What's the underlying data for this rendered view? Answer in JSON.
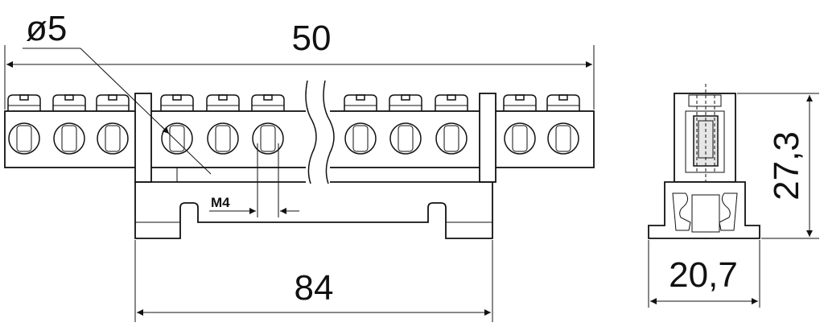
{
  "dimensions": {
    "diameter": "ø5",
    "length_top": "50",
    "length_bottom": "84",
    "thread": "M4",
    "height": "27,3",
    "width": "20,7"
  },
  "terminal_count_visible": 11
}
